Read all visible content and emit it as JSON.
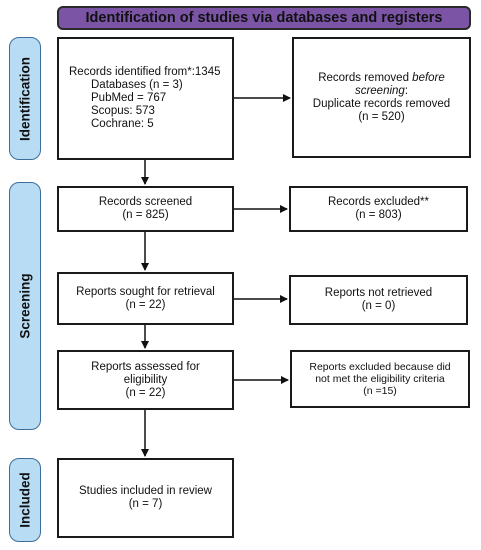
{
  "header": "Identification of studies via databases and registers",
  "sections": {
    "identification": "Identification",
    "screening": "Screening",
    "included": "Included"
  },
  "boxes": {
    "identified": {
      "title": "Records identified from*:1345",
      "lines": [
        "Databases (n = 3)",
        "PubMed = 767",
        "Scopus: 573",
        "Cochrane: 5"
      ]
    },
    "removed": {
      "line1_a": "Records removed ",
      "line1_b": "before",
      "line2_a": "screening",
      "line2_b": ":",
      "line3": "Duplicate records removed",
      "line4": "(n = 520)"
    },
    "screened": {
      "label": "Records screened",
      "count": "(n = 825)"
    },
    "excluded": {
      "label": "Records excluded**",
      "count": "(n = 803)"
    },
    "sought": {
      "label": "Reports sought for retrieval",
      "count": "(n = 22)"
    },
    "not_retrieved": {
      "label": "Reports not retrieved",
      "count": "(n = 0)"
    },
    "assessed": {
      "label1": "Reports assessed for",
      "label2": "eligibility",
      "count": "(n = 22)"
    },
    "reports_excluded": {
      "line1": "Reports excluded because did",
      "line2": "not met the eligibility criteria",
      "count": "(n =15)"
    },
    "included": {
      "label": "Studies included in review",
      "count": "(n = 7)"
    }
  },
  "colors": {
    "header_bg": "#7b54a6",
    "section_bg": "#b8dcf4",
    "section_border": "#3d6e99"
  }
}
